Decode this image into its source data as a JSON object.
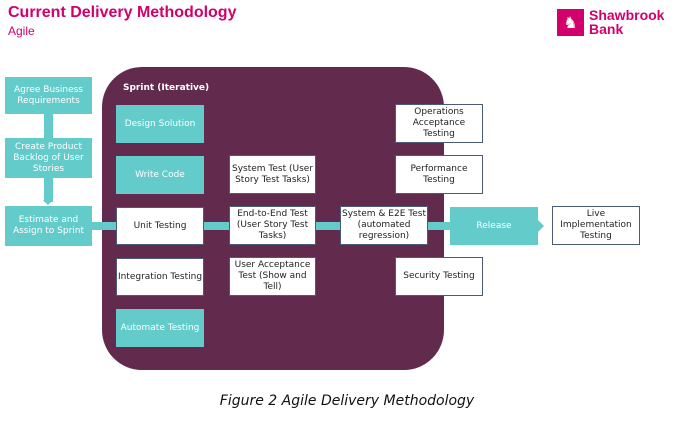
{
  "header": {
    "title": "Current Delivery Methodology",
    "subtitle": "Agile"
  },
  "logo": {
    "line1": "Shawbrook",
    "line2": "Bank",
    "icon": "lion-icon",
    "color": "#d1006c"
  },
  "colors": {
    "accent": "#d1006c",
    "teal": "#64cbcb",
    "sprint_bg": "#622a4d"
  },
  "pre_sprint": [
    {
      "label": "Agree Business Requirements"
    },
    {
      "label": "Create Product Backlog of User Stories"
    },
    {
      "label": "Estimate and Assign to Sprint"
    }
  ],
  "sprint": {
    "label": "Sprint (Iterative)",
    "column1": [
      {
        "label": "Design Solution",
        "style": "teal"
      },
      {
        "label": "Write Code",
        "style": "teal"
      },
      {
        "label": "Unit Testing",
        "style": "white"
      },
      {
        "label": "Integration Testing",
        "style": "white"
      },
      {
        "label": "Automate Testing",
        "style": "teal"
      }
    ],
    "column2": [
      {
        "label": "System Test (User Story Test Tasks)"
      },
      {
        "label": "End-to-End Test (User Story Test Tasks)"
      },
      {
        "label": "User Acceptance Test (Show and Tell)"
      }
    ],
    "column3": [
      {
        "label": "System & E2E Test (automated regression)"
      }
    ]
  },
  "post_sprint": {
    "operations": "Operations Acceptance Testing",
    "performance": "Performance Testing",
    "security": "Security Testing",
    "release": "Release",
    "live": "Live Implementation Testing"
  },
  "caption": "Figure 2 Agile Delivery Methodology"
}
